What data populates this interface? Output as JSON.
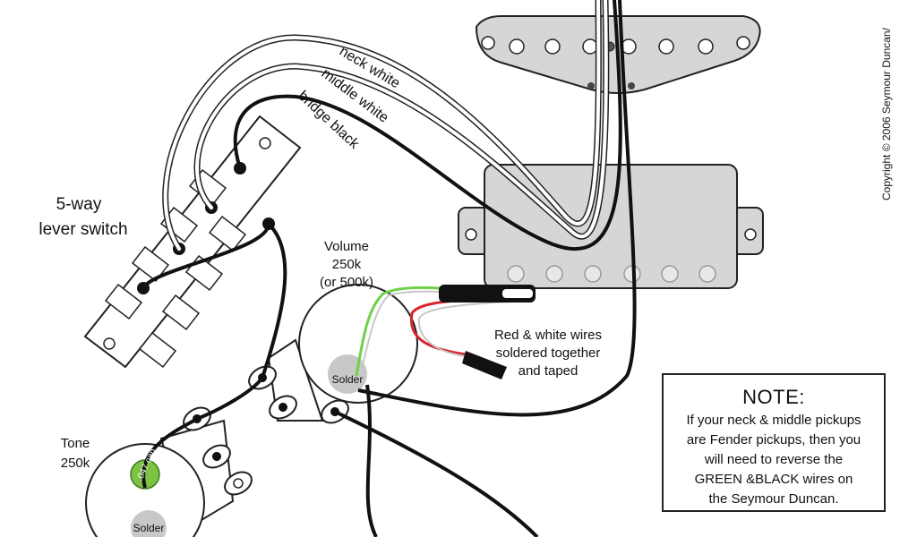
{
  "copyright": "Copyright © 2006 Seymour Duncan/",
  "switch": {
    "line1": "5-way",
    "line2": "lever switch"
  },
  "volume": {
    "line1": "Volume",
    "line2": "250k",
    "line3": "(or 500k)",
    "solder": "Solder"
  },
  "tone": {
    "line1": "Tone",
    "line2": "250k",
    "cap": ".047 cap",
    "solder": "Solder"
  },
  "wires": {
    "neck": "neck white",
    "middle": "middle white",
    "bridge": "bridge black"
  },
  "joined": {
    "line1": "Red & white wires",
    "line2": "soldered together",
    "line3": "and taped"
  },
  "note": {
    "title": "NOTE:",
    "lines": [
      "If your neck & middle pickups",
      "are Fender pickups, then you",
      "will need to reverse the",
      "GREEN &BLACK wires on",
      "the Seymour Duncan."
    ]
  },
  "colors": {
    "cap_green": "#7dc242",
    "pickup_gray": "#d6d6d6",
    "wire_red": "#d7262b",
    "wire_green": "#6fd14a"
  }
}
